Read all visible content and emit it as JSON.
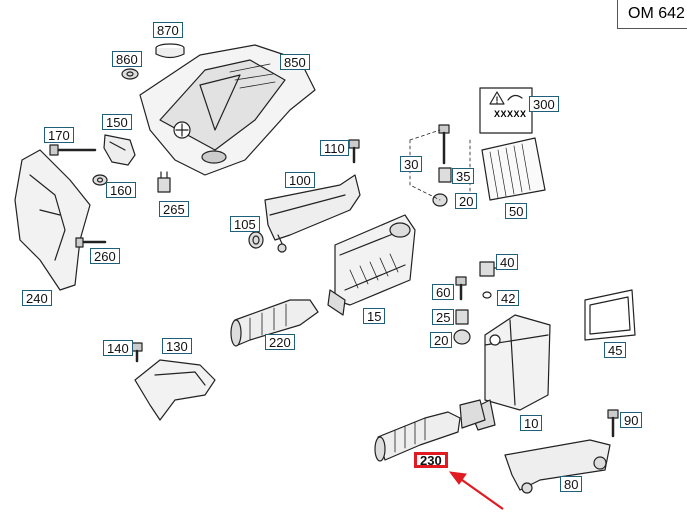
{
  "model": {
    "code": "OM 642"
  },
  "parts": [
    {
      "id": "p870",
      "number": "870",
      "highlighted": false
    },
    {
      "id": "p860",
      "number": "860",
      "highlighted": false
    },
    {
      "id": "p850",
      "number": "850",
      "highlighted": false
    },
    {
      "id": "p170",
      "number": "170",
      "highlighted": false
    },
    {
      "id": "p150",
      "number": "150",
      "highlighted": false
    },
    {
      "id": "p160",
      "number": "160",
      "highlighted": false
    },
    {
      "id": "p265",
      "number": "265",
      "highlighted": false
    },
    {
      "id": "p110",
      "number": "110",
      "highlighted": false
    },
    {
      "id": "p100",
      "number": "100",
      "highlighted": false
    },
    {
      "id": "p105",
      "number": "105",
      "highlighted": false
    },
    {
      "id": "p260",
      "number": "260",
      "highlighted": false
    },
    {
      "id": "p240",
      "number": "240",
      "highlighted": false
    },
    {
      "id": "p300",
      "number": "300",
      "highlighted": false
    },
    {
      "id": "p30",
      "number": "30",
      "highlighted": false
    },
    {
      "id": "p35",
      "number": "35",
      "highlighted": false
    },
    {
      "id": "p20a",
      "number": "20",
      "highlighted": false
    },
    {
      "id": "p50",
      "number": "50",
      "highlighted": false
    },
    {
      "id": "p40",
      "number": "40",
      "highlighted": false
    },
    {
      "id": "p60",
      "number": "60",
      "highlighted": false
    },
    {
      "id": "p42",
      "number": "42",
      "highlighted": false
    },
    {
      "id": "p25",
      "number": "25",
      "highlighted": false
    },
    {
      "id": "p20b",
      "number": "20",
      "highlighted": false
    },
    {
      "id": "p15",
      "number": "15",
      "highlighted": false
    },
    {
      "id": "p220",
      "number": "220",
      "highlighted": false
    },
    {
      "id": "p140",
      "number": "140",
      "highlighted": false
    },
    {
      "id": "p130",
      "number": "130",
      "highlighted": false
    },
    {
      "id": "p45",
      "number": "45",
      "highlighted": false
    },
    {
      "id": "p10",
      "number": "10",
      "highlighted": false
    },
    {
      "id": "p90",
      "number": "90",
      "highlighted": false
    },
    {
      "id": "p230",
      "number": "230",
      "highlighted": true
    },
    {
      "id": "p80",
      "number": "80",
      "highlighted": false
    }
  ],
  "warning_label": {
    "text": "XXXXX"
  },
  "colors": {
    "label_border": "#1f5f7a",
    "highlight": "#e11b22",
    "line": "#222222"
  }
}
